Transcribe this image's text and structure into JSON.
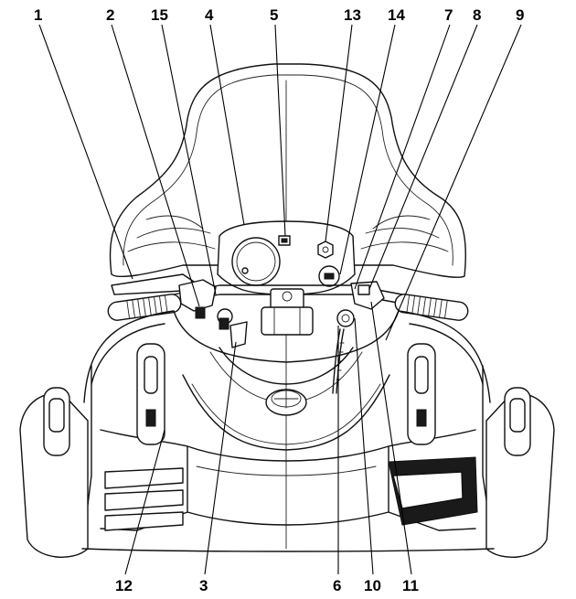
{
  "callouts": [
    {
      "id": "1",
      "label": "1"
    },
    {
      "id": "2",
      "label": "2"
    },
    {
      "id": "15",
      "label": "15"
    },
    {
      "id": "4",
      "label": "4"
    },
    {
      "id": "5",
      "label": "5"
    },
    {
      "id": "13",
      "label": "13"
    },
    {
      "id": "14",
      "label": "14"
    },
    {
      "id": "7",
      "label": "7"
    },
    {
      "id": "8",
      "label": "8"
    },
    {
      "id": "9",
      "label": "9"
    },
    {
      "id": "12",
      "label": "12"
    },
    {
      "id": "3",
      "label": "3"
    },
    {
      "id": "6",
      "label": "6"
    },
    {
      "id": "10",
      "label": "10"
    },
    {
      "id": "11",
      "label": "11"
    }
  ]
}
